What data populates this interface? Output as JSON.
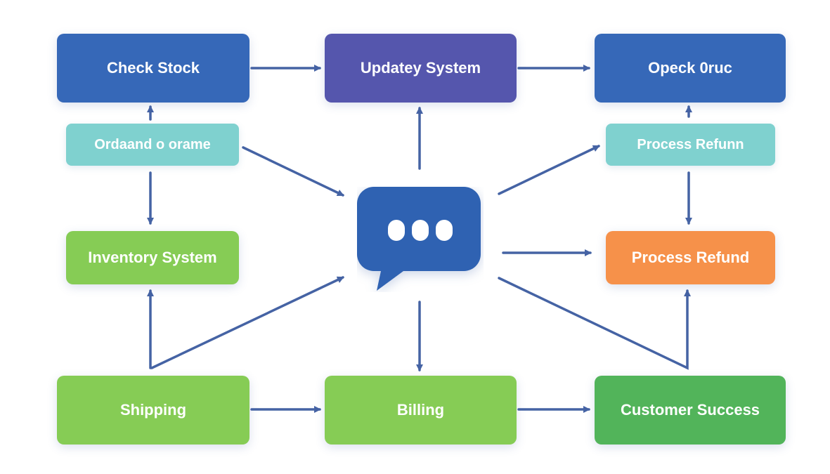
{
  "nodes": {
    "check_stock": "Check Stock",
    "update_system": "Updatey System",
    "opeck_oruc": "Opeck 0ruc",
    "ordaand": "Ordaand o orame",
    "process_refunn": "Process Refunn",
    "inventory_system": "Inventory System",
    "process_refund": "Process Refund",
    "shipping": "Shipping",
    "billing": "Billing",
    "customer_success": "Customer Success"
  },
  "colors": {
    "blue": "#3668b8",
    "purple": "#5556ad",
    "teal": "#7fd1cf",
    "light_green": "#86cc55",
    "green": "#52b45a",
    "orange": "#f6914a",
    "arrow": "#4563a4",
    "chat": "#2f62b2"
  },
  "center_icon": "chat-bubble-ellipsis-icon"
}
